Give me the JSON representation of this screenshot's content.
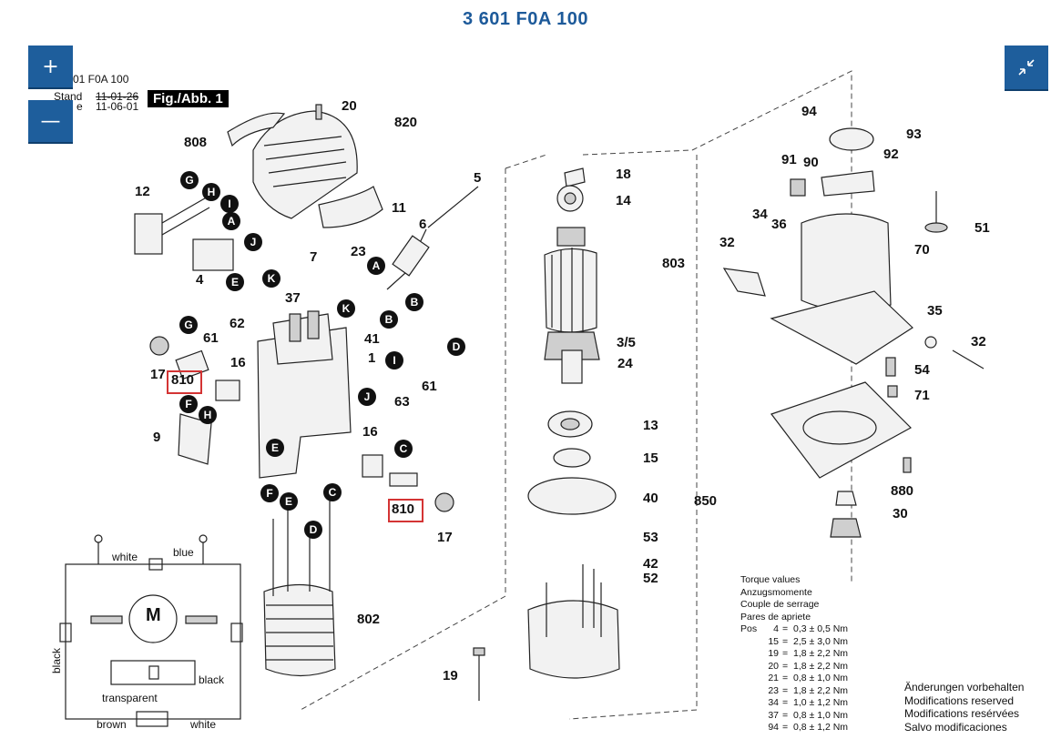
{
  "header": {
    "title": "3 601 F0A 100"
  },
  "controls": {
    "zoom_in_label": "+",
    "zoom_out_label": "—",
    "fullscreen_icon": "collapse-arrows-icon"
  },
  "figure": {
    "model_partial": "01 F0A 100",
    "stand_label": "Stand",
    "stand_date": "11-01-26",
    "ausgabe_partial": "e",
    "ausgabe_date": "11-06-01",
    "fig_label": "Fig./Abb. 1"
  },
  "callouts": {
    "n20": "20",
    "n820": "820",
    "n808": "808",
    "n12": "12",
    "n11": "11",
    "n4": "4",
    "n5": "5",
    "n6": "6",
    "n7": "7",
    "n23": "23",
    "n37": "37",
    "n41": "41",
    "n62": "62",
    "n61a": "61",
    "n61b": "61",
    "n63": "63",
    "n1": "1",
    "n16a": "16",
    "n16b": "16",
    "n17a": "17",
    "n17b": "17",
    "n810a": "810",
    "n810b": "810",
    "n9": "9",
    "n802": "802",
    "n18": "18",
    "n14": "14",
    "n803": "803",
    "n35a": "3/5",
    "n24": "24",
    "n13": "13",
    "n15": "15",
    "n40": "40",
    "n850": "850",
    "n53": "53",
    "n42": "42",
    "n52": "52",
    "n19": "19",
    "n94": "94",
    "n93": "93",
    "n91": "91",
    "n90": "90",
    "n92": "92",
    "n34": "34",
    "n36": "36",
    "n32a": "32",
    "n51": "51",
    "n70": "70",
    "n35": "35",
    "n32b": "32",
    "n54": "54",
    "n71": "71",
    "n880": "880",
    "n30": "30"
  },
  "letters": [
    "G",
    "H",
    "I",
    "A",
    "J",
    "E",
    "K",
    "G",
    "A",
    "B",
    "K",
    "B",
    "E",
    "D",
    "I",
    "J",
    "C",
    "F",
    "H",
    "F",
    "E",
    "C",
    "D"
  ],
  "wiring": {
    "white_top": "white",
    "blue": "blue",
    "black_left": "black",
    "black_right": "black",
    "transparent": "transparent",
    "brown": "brown",
    "white_bottom": "white",
    "motor": "M"
  },
  "torque": {
    "heading": [
      "Torque values",
      "Anzugsmomente",
      "Couple de serrage",
      "Pares de apriete"
    ],
    "pos_label": "Pos",
    "rows": [
      {
        "pos": "4",
        "value": "0,3 ± 0,5 Nm"
      },
      {
        "pos": "15",
        "value": "2,5 ± 3,0 Nm"
      },
      {
        "pos": "19",
        "value": "1,8 ± 2,2 Nm"
      },
      {
        "pos": "20",
        "value": "1,8 ± 2,2 Nm"
      },
      {
        "pos": "21",
        "value": "0,8 ± 1,0 Nm"
      },
      {
        "pos": "23",
        "value": "1,8 ± 2,2 Nm"
      },
      {
        "pos": "34",
        "value": "1,0 ± 1,2 Nm"
      },
      {
        "pos": "37",
        "value": "0,8 ± 1,0 Nm"
      },
      {
        "pos": "94",
        "value": "0,8 ± 1,2 Nm"
      }
    ]
  },
  "notes": [
    "Änderungen vorbehalten",
    "Modifications reserved",
    "Modifications resérvées",
    "Salvo modificaciones"
  ],
  "colors": {
    "accent": "#1e5e9c",
    "title": "#1d5a9a",
    "highlight": "#d43434"
  }
}
